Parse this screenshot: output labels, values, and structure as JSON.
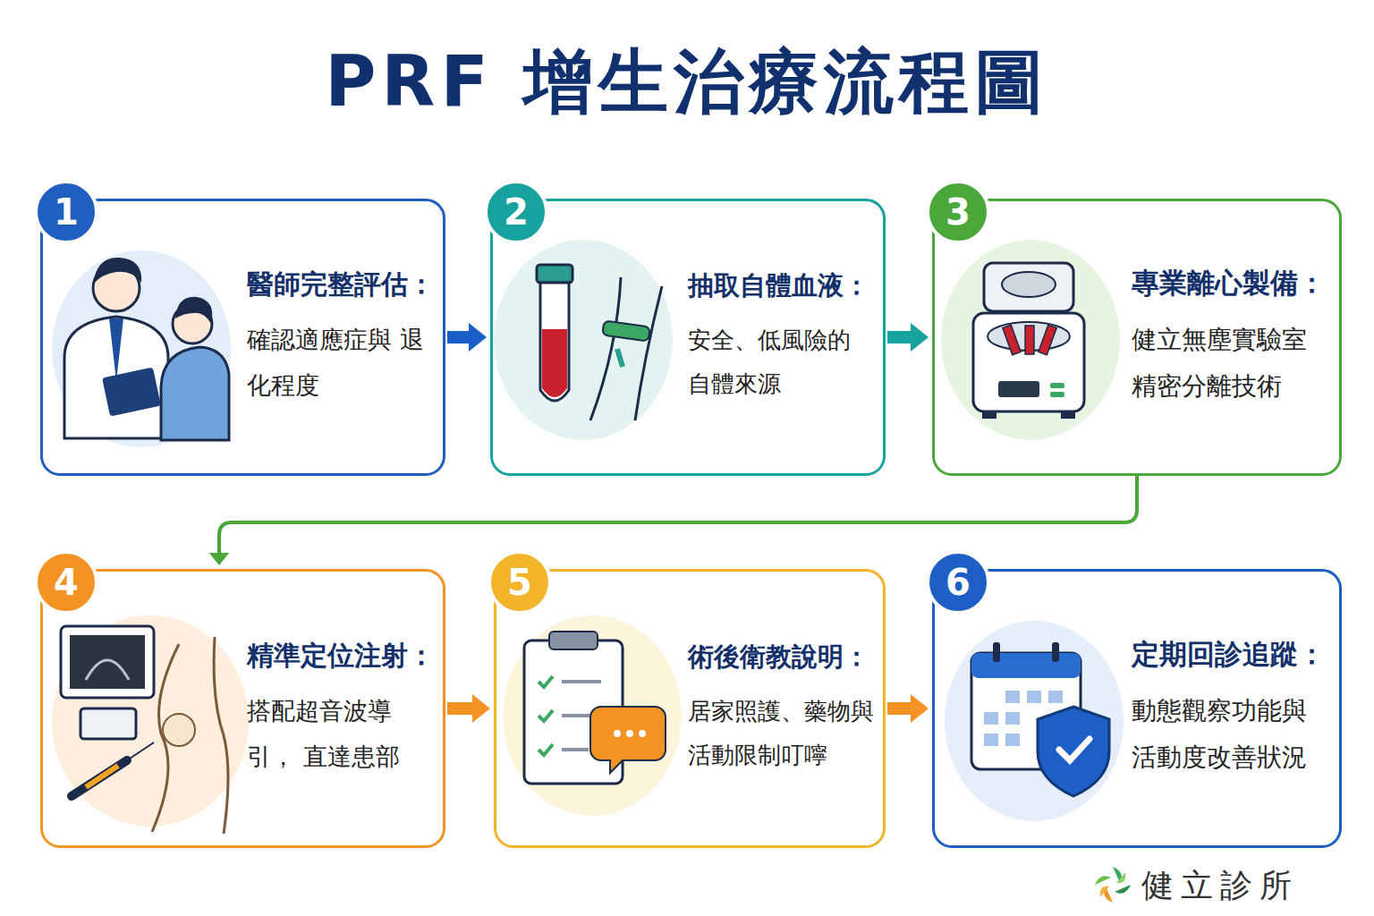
{
  "diagram": {
    "title": "PRF 增生治療流程圖",
    "nodes": [
      {
        "text": [
          "醫師完整評估：",
          "確認適應症與 退化程度"
        ]
      },
      {
        "text": [
          "1"
        ],
        "in": 0
      },
      {
        "text": [
          "抽取自體血液：",
          "安全、低風險的 自體來源"
        ]
      },
      {
        "text": [
          "2"
        ],
        "in": 2
      },
      {
        "text": [
          "專業離心製備：",
          "健立無塵實驗室 精密分離技術"
        ]
      },
      {
        "text": [
          "3"
        ],
        "in": 4
      },
      {
        "text": [
          "精準定位注射：",
          "搭配超音波導引， 直達患部"
        ]
      },
      {
        "text": [
          "4"
        ],
        "in": 6
      },
      {
        "text": [
          "術後衛教說明：",
          "居家照護、藥物與 活動限制叮嚀"
        ]
      },
      {
        "text": [
          "5"
        ],
        "in": 8
      },
      {
        "text": [
          "定期回診追蹤：",
          "動態觀察功能與 活動度改善狀況"
        ]
      },
      {
        "text": [
          "6"
        ],
        "in": 10
      }
    ],
    "edges": [
      {
        "from": 0,
        "to": 2,
        "arrow": "to"
      },
      {
        "from": 2,
        "to": 4,
        "arrow": "to"
      },
      {
        "from": 4,
        "to": 6,
        "arrow": "to"
      },
      {
        "from": 6,
        "to": 8,
        "arrow": "to"
      },
      {
        "from": 8,
        "to": 10,
        "arrow": "to"
      }
    ],
    "labels": [
      "健立診所"
    ]
  }
}
